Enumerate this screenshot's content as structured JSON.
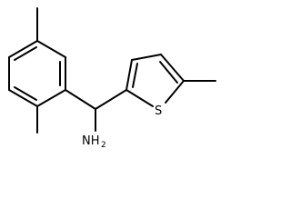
{
  "molecule": {
    "atoms": {
      "sulfur": "S",
      "amine_main": "NH",
      "amine_sub": "2"
    }
  }
}
